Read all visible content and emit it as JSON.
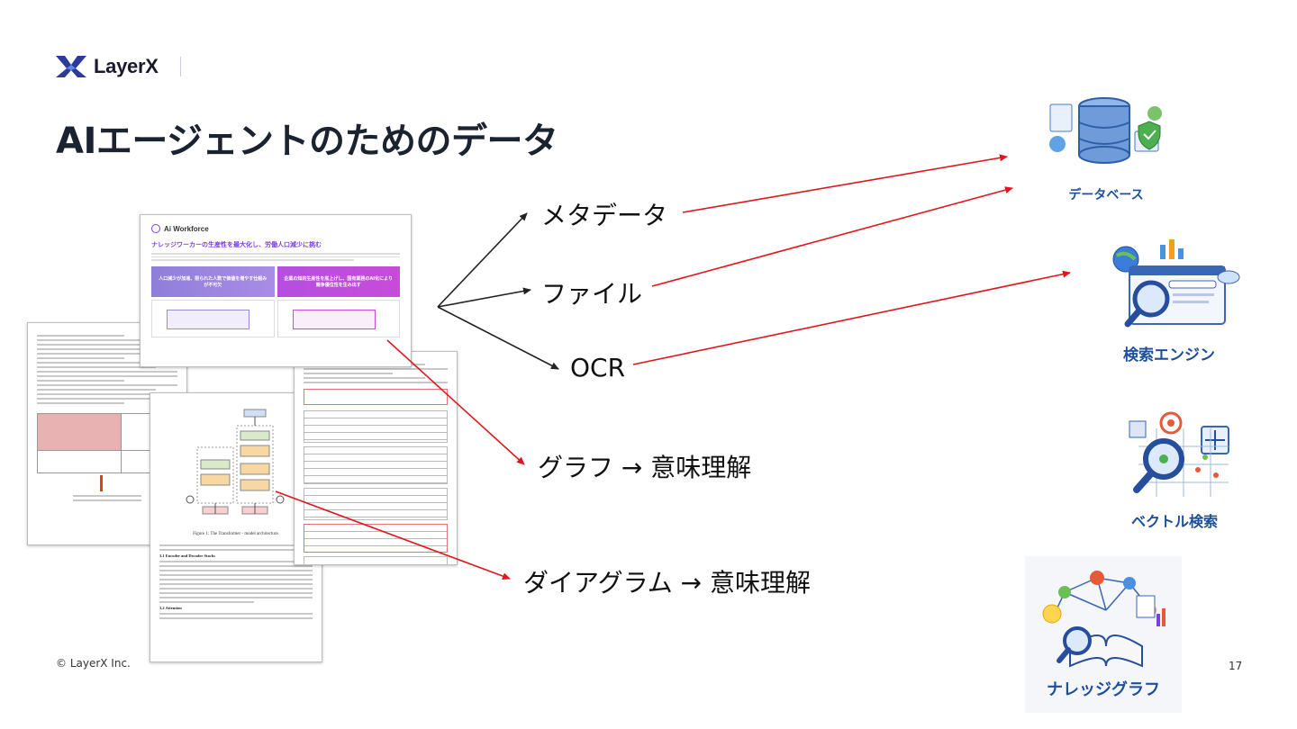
{
  "header": {
    "logo_text": "LayerX"
  },
  "slide": {
    "title": "AIエージェントのためのデータ",
    "copyright": "© LayerX Inc.",
    "page_number": "17"
  },
  "labels": {
    "metadata": "メタデータ",
    "file": "ファイル",
    "ocr": "OCR",
    "graph": "グラフ → 意味理解",
    "diagram": "ダイアグラム → 意味理解"
  },
  "destinations": {
    "database": "データベース",
    "search_engine": "検索エンジン",
    "vector_search": "ベクトル検索",
    "knowledge_graph": "ナレッジグラフ"
  },
  "documents": {
    "workforce_brand": "Ai Workforce",
    "workforce_headline": "ナレッジワーカーの生産性を最大化し、労働人口減少に挑む",
    "workforce_panel_left": "人口減少が加速、限られた人数で価値を増やす仕組みが不可欠",
    "workforce_panel_right": "企業の知的生産性を底上げし、国有業務のAI化により競争優位性を生み出す",
    "paper_caption": "Figure 1: The Transformer - model architecture.",
    "paper_section_1": "3.1  Encoder and Decoder Stacks",
    "paper_section_2": "3.2  Attention"
  },
  "colors": {
    "arrow_black": "#222222",
    "arrow_red": "#e0161d",
    "accent_purple": "#7b3fe4",
    "caption_blue": "#1d4f9a"
  }
}
